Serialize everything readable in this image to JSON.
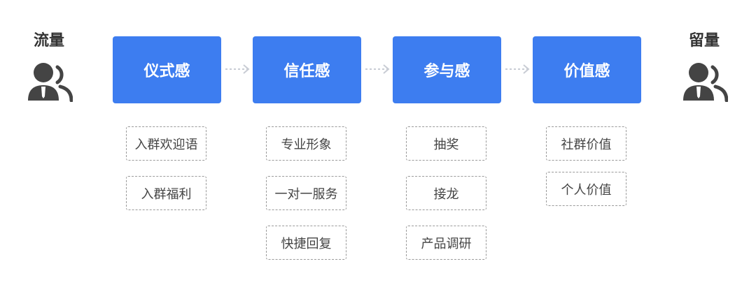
{
  "left_label": "流量",
  "right_label": "留量",
  "stages": [
    {
      "title": "仪式感",
      "items": [
        "入群欢迎语",
        "入群福利"
      ]
    },
    {
      "title": "信任感",
      "items": [
        "专业形象",
        "一对一服务",
        "快捷回复"
      ]
    },
    {
      "title": "参与感",
      "items": [
        "抽奖",
        "接龙",
        "产品调研"
      ]
    },
    {
      "title": "价值感",
      "items": [
        "社群价值",
        "个人价值"
      ]
    }
  ],
  "icons": {
    "left": "user-group-icon",
    "right": "user-group-icon",
    "connector": "dashed-arrow-icon"
  },
  "colors": {
    "stage_bg": "#3d7df0",
    "stage_text": "#ffffff",
    "icon": "#444444",
    "item_border": "#9a9a9a",
    "arrow": "#c8ccd4"
  }
}
